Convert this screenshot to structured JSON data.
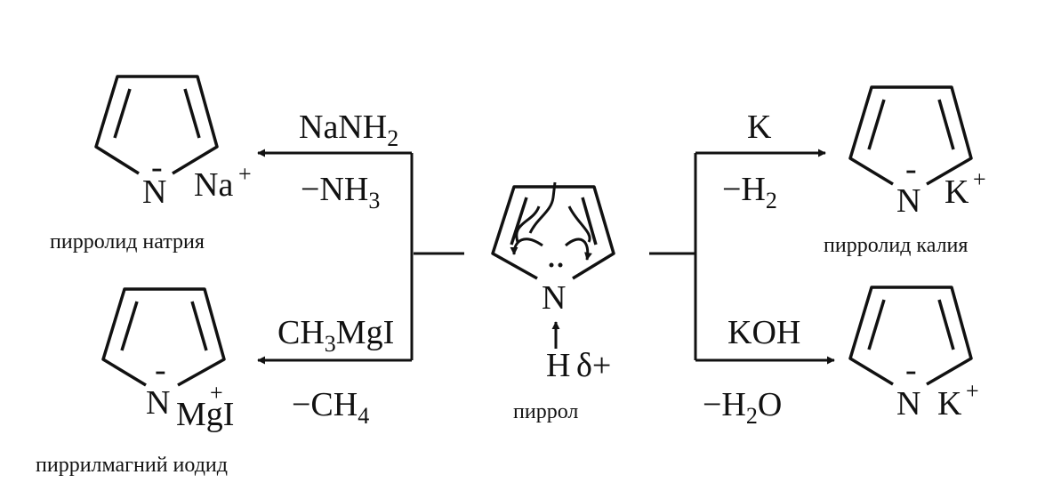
{
  "center": {
    "n_label": "N",
    "h_label": "H",
    "delta_label": "δ+",
    "caption": "пиррол"
  },
  "sodium": {
    "reagent_main": "NaNH",
    "reagent_sub": "2",
    "byproduct_main": "−NH",
    "byproduct_sub": "3",
    "n_label": "N",
    "minus_sign": "-",
    "cation": "Na",
    "charge": "+",
    "caption": "пирролид натрия"
  },
  "magnesium": {
    "reagent_pre": "CH",
    "reagent_sub": "3",
    "reagent_post": "MgI",
    "byproduct_main": "−CH",
    "byproduct_sub": "4",
    "n_label": "N",
    "minus_sign": "-",
    "cation": "MgI",
    "charge": "+",
    "caption": "пиррилмагний иодид"
  },
  "potassium_metal": {
    "reagent": "K",
    "byproduct_main": "−H",
    "byproduct_sub": "2",
    "n_label": "N",
    "minus_sign": "-",
    "cation": "K",
    "charge": "+",
    "caption": "пирролид калия"
  },
  "potassium_hydroxide": {
    "reagent": "KOH",
    "byproduct_pre": "−H",
    "byproduct_sub": "2",
    "byproduct_post": "O",
    "n_label": "N",
    "minus_sign": "-",
    "cation": "K",
    "charge": "+"
  }
}
